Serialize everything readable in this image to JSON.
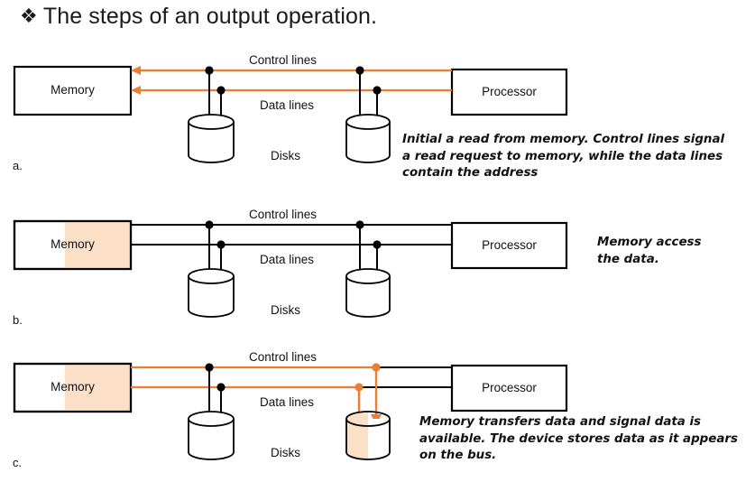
{
  "slide": {
    "title": "The steps of an output operation.",
    "bullet_glyph": "❖"
  },
  "colors": {
    "orange": "#ED7D31",
    "peach": "#FBDFC6",
    "black": "#000000",
    "text": "#111111",
    "background": "#FFFFFF"
  },
  "labels": {
    "memory": "Memory",
    "processor": "Processor",
    "control_lines": "Control lines",
    "data_lines": "Data lines",
    "disks": "Disks"
  },
  "panels": [
    {
      "id": "a",
      "letter": "a.",
      "caption": "Initial a read from memory. Control lines signal\na read request  to memory, while the data lines\ncontain the address",
      "memory_highlight": false,
      "right_disk_highlight": false,
      "bus_color": "orange",
      "bus_direction": "left",
      "arrowheads": "memory-side",
      "memory_label": "Memory",
      "processor_label": "Processor",
      "control_label": "Control lines",
      "data_label": "Data lines",
      "disks_label": "Disks"
    },
    {
      "id": "b",
      "letter": "b.",
      "caption": "Memory access\nthe data.",
      "memory_highlight": true,
      "right_disk_highlight": false,
      "bus_color": "black",
      "bus_direction": "none",
      "arrowheads": "none",
      "memory_label": "Memory",
      "processor_label": "Processor",
      "control_label": "Control lines",
      "data_label": "Data lines",
      "disks_label": "Disks"
    },
    {
      "id": "c",
      "letter": "c.",
      "caption": "Memory transfers data and signal data is\navailable. The device stores data as it appears\non the bus.",
      "memory_highlight": true,
      "right_disk_highlight": true,
      "bus_color": "orange-partial",
      "bus_direction": "down-to-disk",
      "arrowheads": "right-disk",
      "memory_label": "Memory",
      "processor_label": "Processor",
      "control_label": "Control lines",
      "data_label": "Data lines",
      "disks_label": "Disks"
    }
  ]
}
